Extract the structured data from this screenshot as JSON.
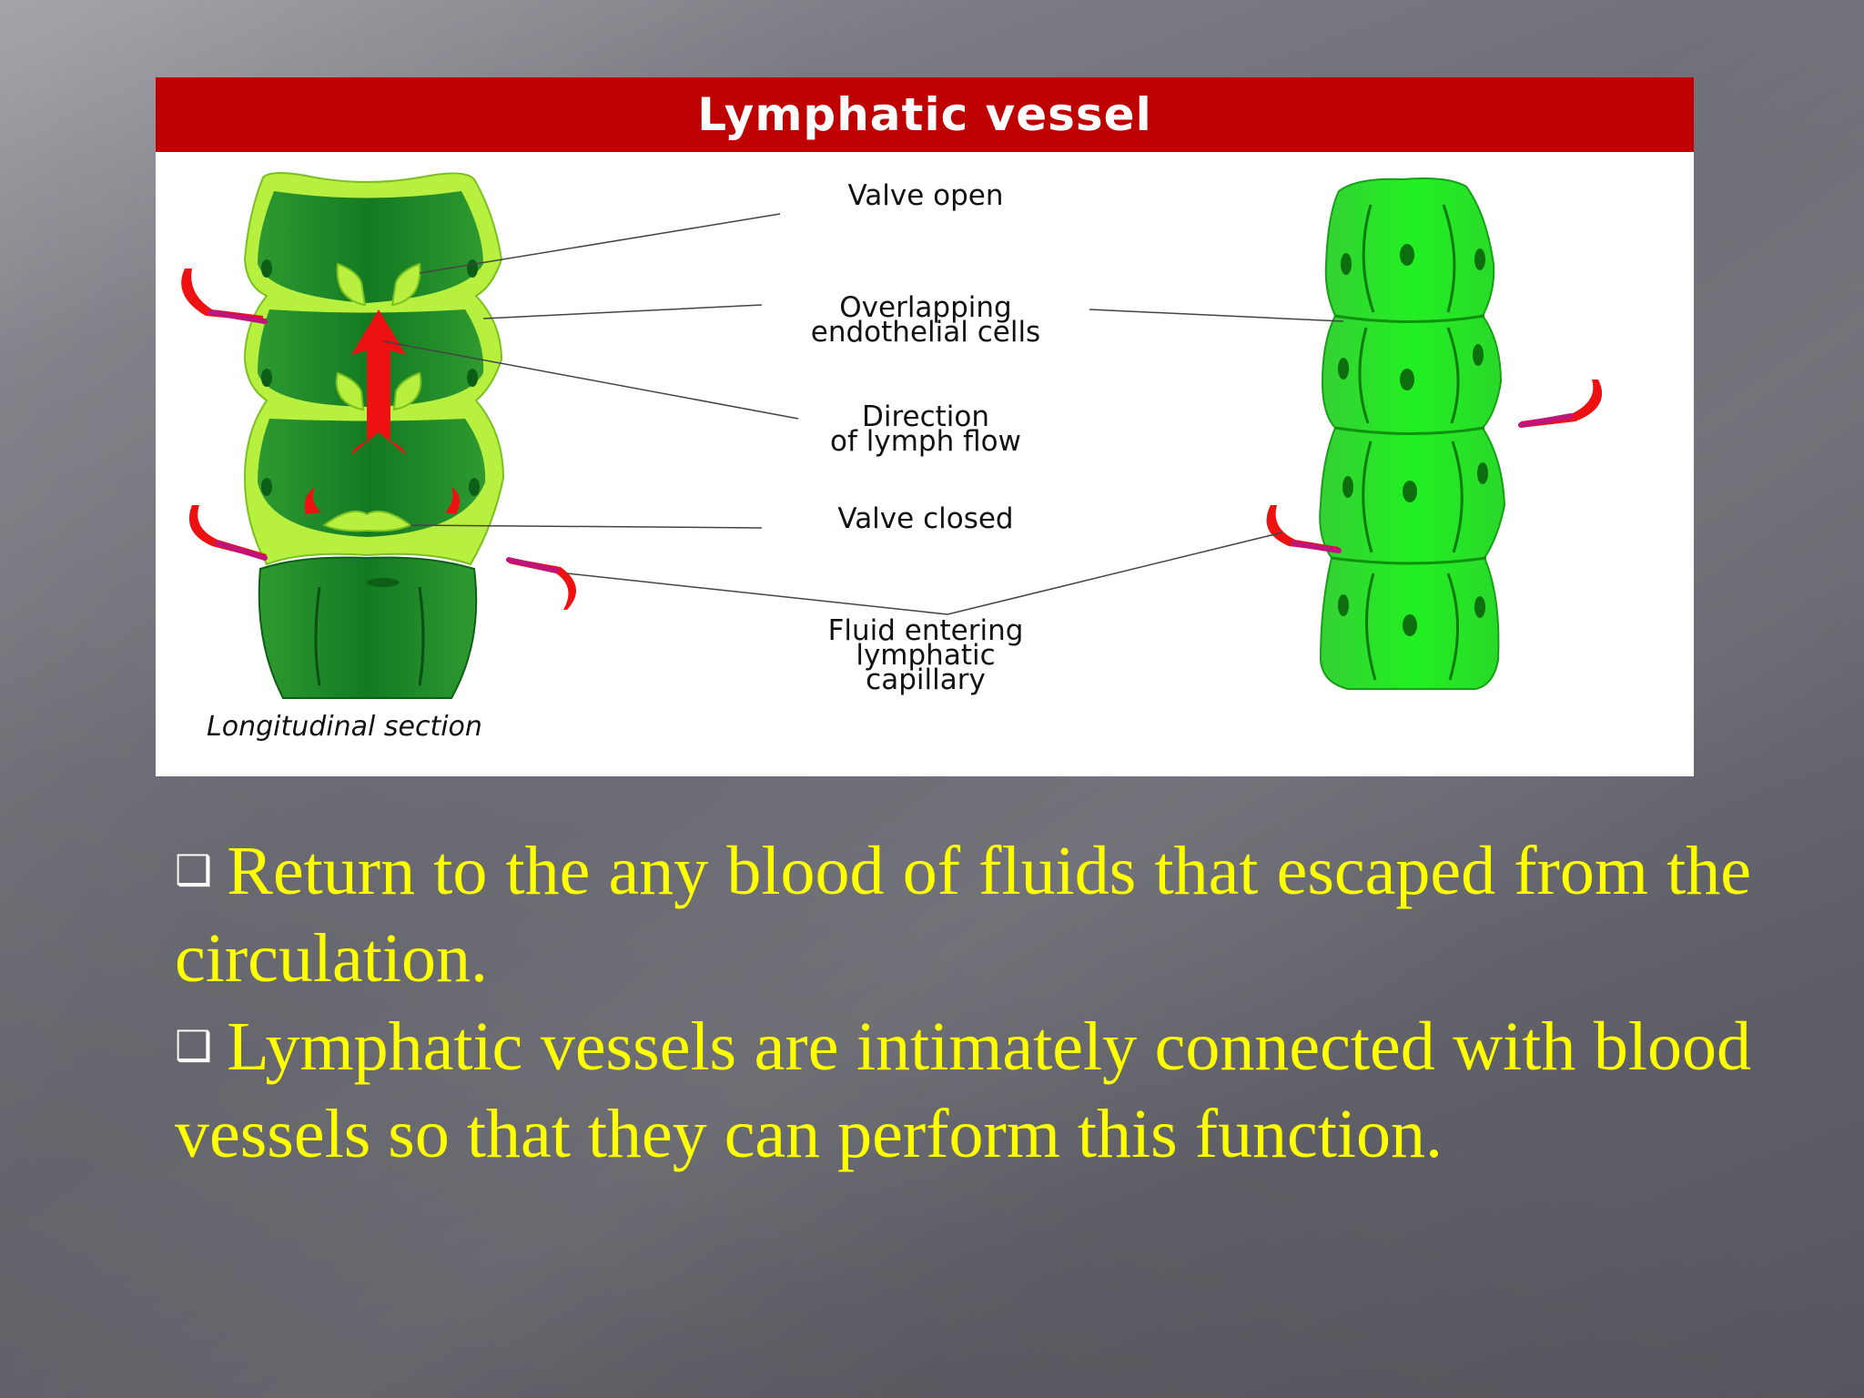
{
  "figure": {
    "title": "Lymphatic vessel",
    "labels": {
      "valve_open": "Valve open",
      "overlapping_line1": "Overlapping",
      "overlapping_line2": "endothelial cells",
      "direction_line1": "Direction",
      "direction_line2": "of lymph flow",
      "valve_closed": "Valve closed",
      "fluid_line1": "Fluid entering",
      "fluid_line2": "lymphatic",
      "fluid_line3": "capillary"
    },
    "caption": "Longitudinal section",
    "colors": {
      "banner": "#bf0000",
      "vessel_dark": "#1f8a2a",
      "vessel_light": "#b8f040",
      "capillary": "#22e022",
      "arrow": "#ee1111",
      "fluid_arrow": "#c0147a"
    }
  },
  "bullets": [
    {
      "marker": "❑",
      "text": "Return to the any blood of fluids that escaped from the circulation."
    },
    {
      "marker": "❑",
      "text": "Lymphatic vessels are intimately connected with blood vessels so that they can perform this function."
    }
  ]
}
